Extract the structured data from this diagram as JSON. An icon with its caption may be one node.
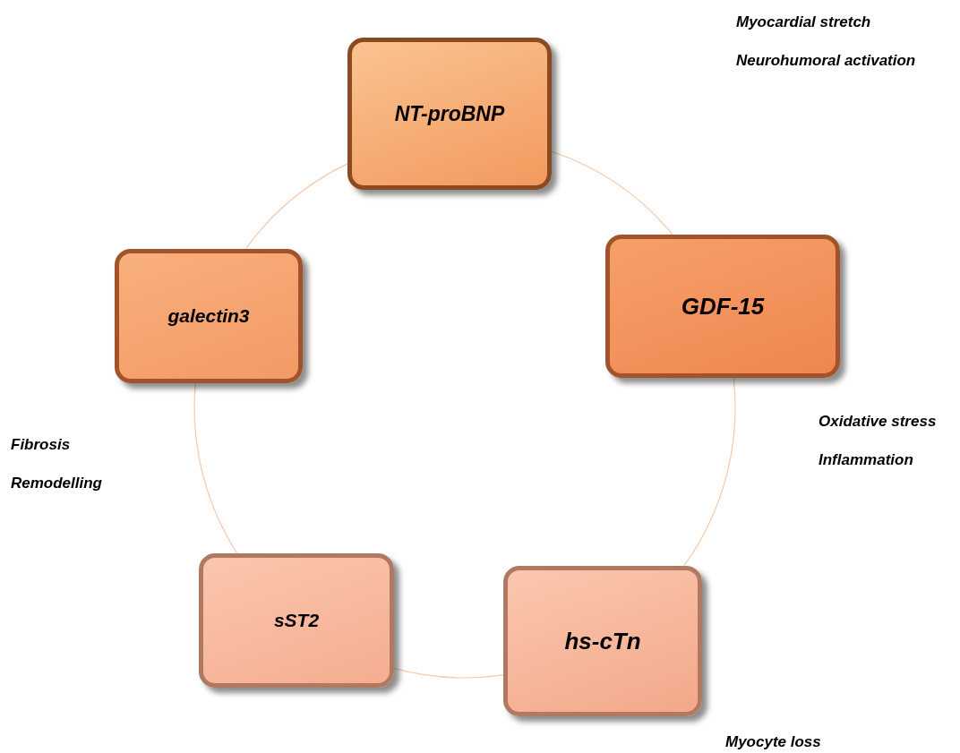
{
  "diagram": {
    "nodes": [
      {
        "text": [
          "NT-proBNP"
        ],
        "beside": [
          "Myocardial stretch",
          "Neurohumoral activation"
        ]
      },
      {
        "text": [
          "GDF-15"
        ],
        "beside": [
          "Oxidative stress",
          "Inflammation"
        ]
      },
      {
        "text": [
          "hs-cTn"
        ],
        "beside": [
          "Myocyte loss"
        ]
      },
      {
        "text": [
          "sST2"
        ]
      },
      {
        "text": [
          "galectin3"
        ]
      }
    ],
    "edges": [
      {
        "from": 0,
        "to": 1,
        "arrow": "none"
      },
      {
        "from": 1,
        "to": 2,
        "arrow": "none"
      },
      {
        "from": 2,
        "to": 3,
        "arrow": "none"
      },
      {
        "from": 3,
        "to": 4,
        "arrow": "none"
      },
      {
        "from": 4,
        "to": 0,
        "arrow": "none"
      }
    ],
    "labels": [
      "Fibrosis",
      "Remodelling"
    ]
  }
}
